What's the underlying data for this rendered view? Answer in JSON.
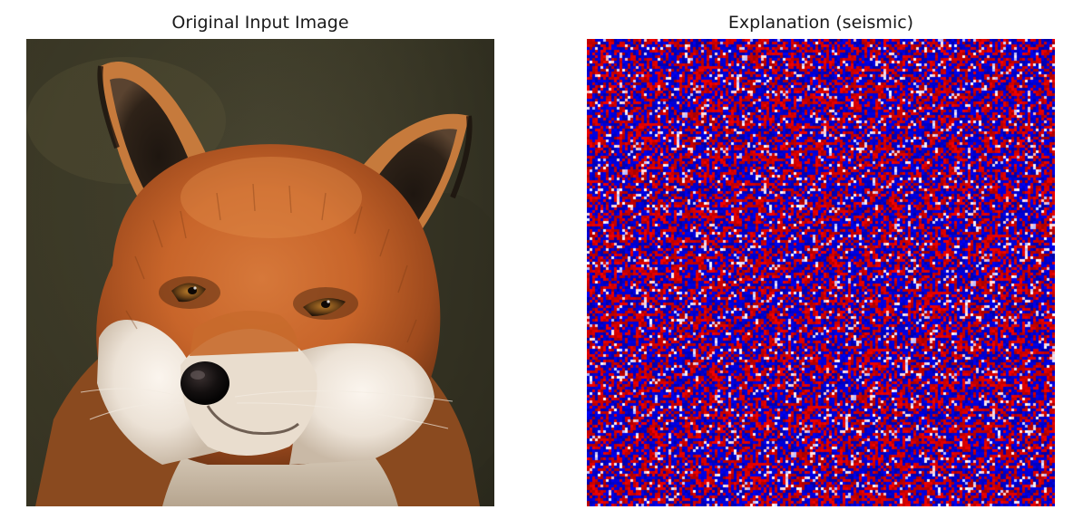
{
  "figure": {
    "left_panel": {
      "title": "Original Input Image",
      "subject": "red fox face"
    },
    "right_panel": {
      "title": "Explanation (seismic)",
      "colormap": "seismic",
      "colors": {
        "negative": "#0000b4",
        "neutral": "#ffffff",
        "positive": "#e00000"
      }
    }
  }
}
